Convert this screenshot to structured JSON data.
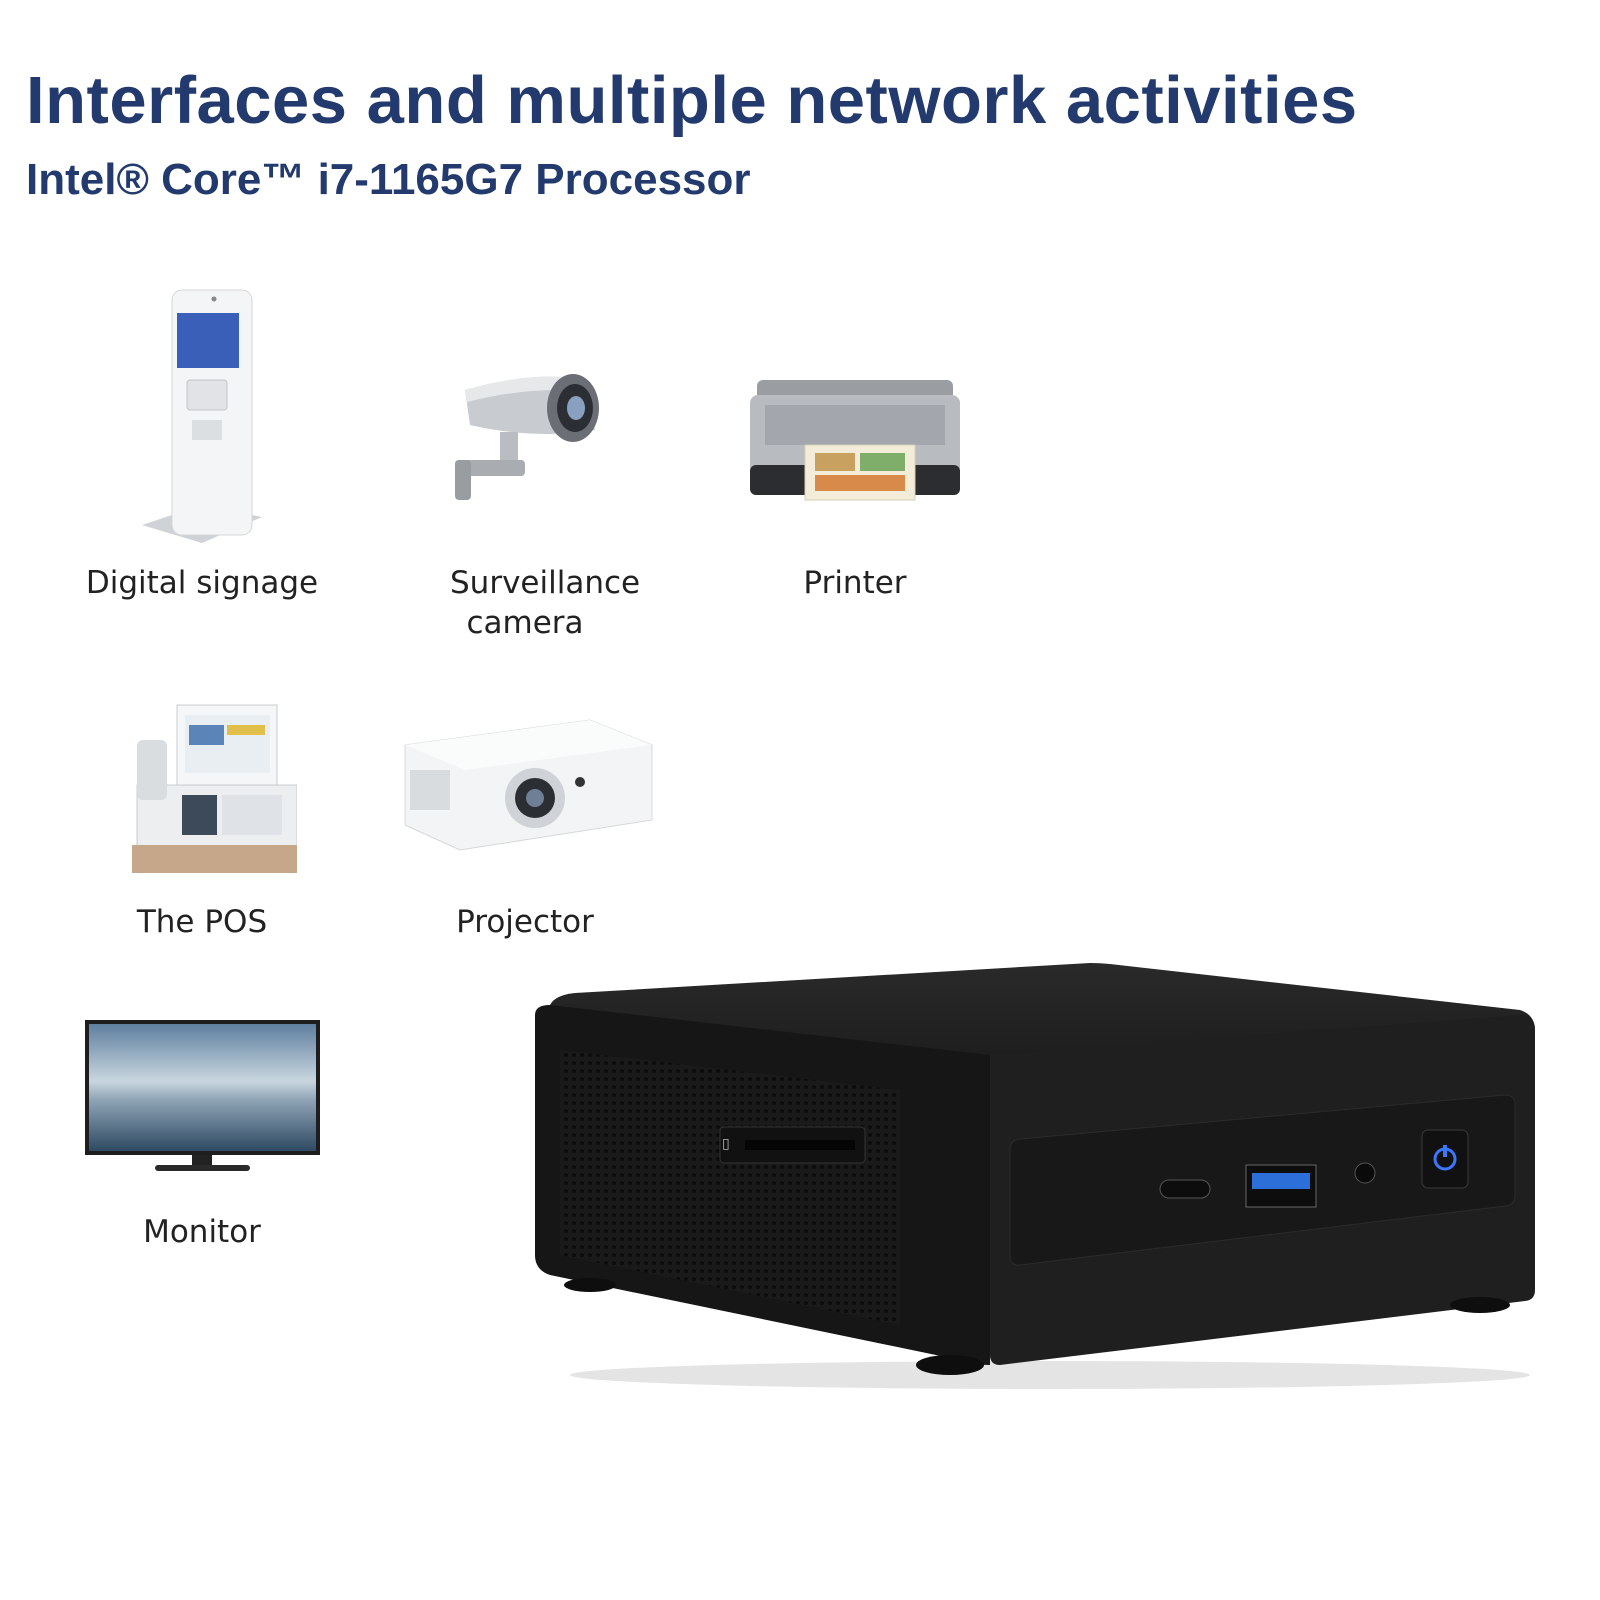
{
  "header": {
    "title": "Interfaces and multiple network activities",
    "subtitle": "Intel® Core™ i7-1165G7 Processor"
  },
  "devices": [
    {
      "label": "Digital signage",
      "icon": "kiosk-icon"
    },
    {
      "label": "Surveillance camera",
      "icon": "camera-icon"
    },
    {
      "label": "Printer",
      "icon": "printer-icon"
    },
    {
      "label": "The POS",
      "icon": "pos-icon"
    },
    {
      "label": "Projector",
      "icon": "projector-icon"
    },
    {
      "label": "Monitor",
      "icon": "monitor-icon"
    }
  ],
  "colors": {
    "heading": "#233a6e",
    "label": "#222222",
    "device_body": "#1b1b1b"
  }
}
